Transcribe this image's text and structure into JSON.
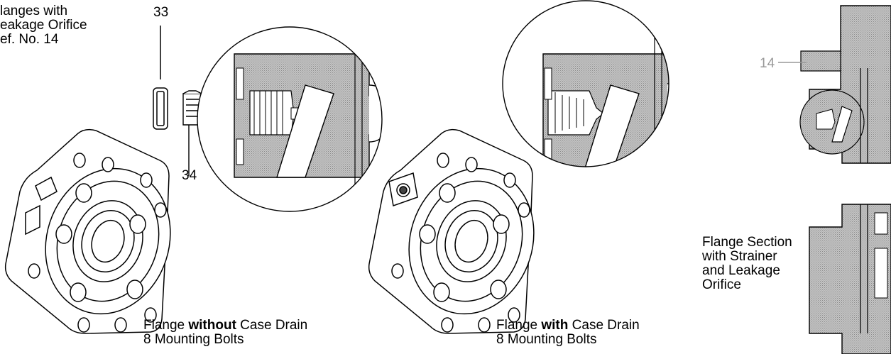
{
  "header_note": {
    "line1": "langes with",
    "line2": "eakage Orifice",
    "line3": "ef. No. 14"
  },
  "callouts": {
    "part33": "33",
    "part34": "34",
    "part14": "14"
  },
  "captions": {
    "left": {
      "line1_pre": "Flange ",
      "line1_bold": "without",
      "line1_post": " Case Drain",
      "line2": "8 Mounting Bolts"
    },
    "middle": {
      "line1_pre": "Flange ",
      "line1_bold": "with",
      "line1_post": " Case Drain",
      "line2": "8 Mounting Bolts"
    },
    "right": {
      "line1": "Flange Section",
      "line2": "with Strainer",
      "line3": "and Leakage",
      "line4": "Orifice"
    }
  },
  "colors": {
    "line": "#000000",
    "hatch_fill": "#bdbdbd",
    "background": "#ffffff"
  }
}
